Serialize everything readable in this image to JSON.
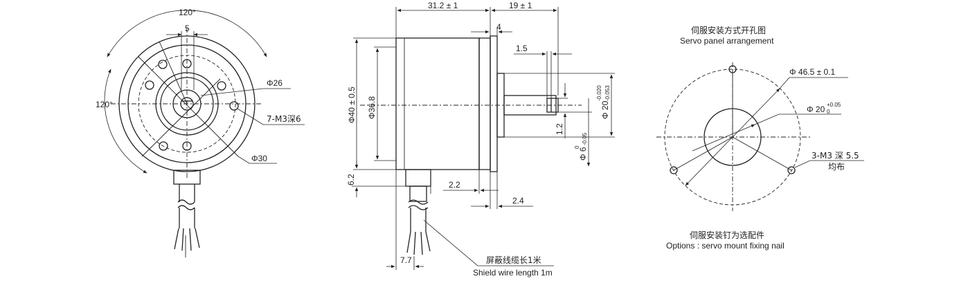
{
  "front_view": {
    "angle_top": "120°",
    "angle_left": "120°",
    "dim_5": "5",
    "dia_26": "Φ26",
    "holes": "7-M3深6",
    "dia_30": "Φ30"
  },
  "side_view": {
    "length_body": "31.2 ± 1",
    "length_shaft": "19 ± 1",
    "flange": "4",
    "dim_1_5": "1.5",
    "dia_40": "Φ40 ± 0.5",
    "dia_36_8": "Φ36.8",
    "dia_20_base": "Φ 20",
    "dia_20_tol_up": "-0.020",
    "dia_20_tol_low": "-0.053",
    "dim_1_2": "1.2",
    "dia_6_base": "Φ 6",
    "dia_6_tol_up": "0",
    "dia_6_tol_low": "-0.05",
    "dim_6_2": "6.2",
    "dim_2_2": "2.2",
    "dim_2_4": "2.4",
    "dim_7_7": "7.7",
    "cable_cn": "屏蔽线缆长1米",
    "cable_en": "Shield wire length  1m"
  },
  "panel_view": {
    "title_cn": "伺服安装方式开孔图",
    "title_en": "Servo panel arrangement",
    "dia_46_5": "Φ 46.5 ± 0.1",
    "dia_20_base": "Φ 20",
    "dia_20_tol": "+0.05",
    "dia_20_tol_low": "0",
    "holes": "3-M3 深 5.5",
    "holes_even": "均布",
    "option_cn": "伺服安装钉为选配件",
    "option_en": "Options : servo mount fixing nail"
  }
}
